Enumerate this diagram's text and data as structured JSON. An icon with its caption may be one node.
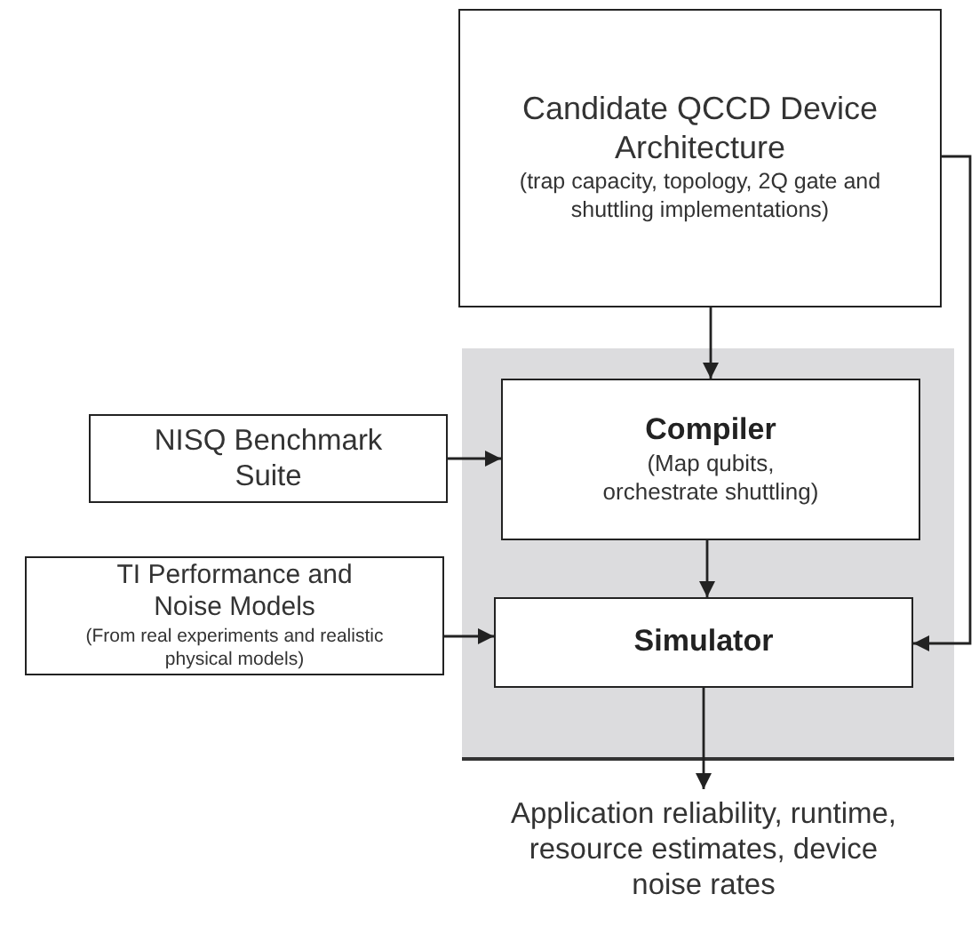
{
  "diagram": {
    "nodes": [
      {
        "text": [
          "Candidate QCCD Device Architecture",
          "(trap capacity, topology, 2Q gate and shuttling implementations)"
        ]
      },
      {
        "text": [],
        "shape": "box"
      },
      {
        "text": [
          "NISQ Benchmark Suite"
        ]
      },
      {
        "text": [
          "Compiler",
          "(Map qubits, orchestrate shuttling)"
        ],
        "in": 1
      },
      {
        "text": [
          "TI Performance and Noise Models",
          "(From real experiments and realistic physical models)"
        ]
      },
      {
        "text": [
          "Simulator"
        ],
        "in": 1
      },
      {
        "text": [
          "Application reliability, runtime, resource estimates, device noise rates"
        ]
      }
    ],
    "edges": [
      {
        "from": 0,
        "to": 3,
        "arrow": "to"
      },
      {
        "from": 2,
        "to": 3,
        "arrow": "to"
      },
      {
        "from": 3,
        "to": 5,
        "arrow": "to"
      },
      {
        "from": 4,
        "to": 5,
        "arrow": "to"
      },
      {
        "from": 0,
        "to": 5,
        "arrow": "to"
      },
      {
        "from": 5,
        "to": 6,
        "arrow": "to"
      }
    ]
  }
}
